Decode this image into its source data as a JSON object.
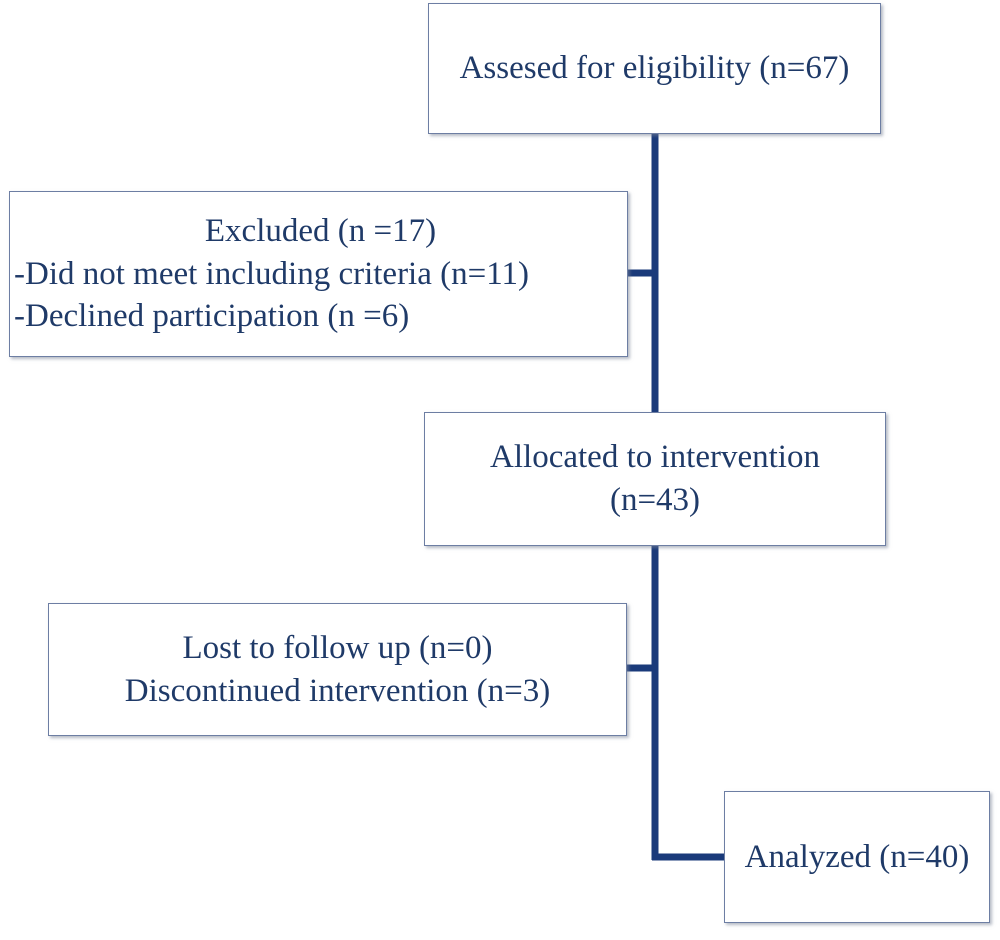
{
  "eligibility": {
    "text": "Assesed for eligibility (n=67)"
  },
  "excluded": {
    "title": "Excluded (n =17)",
    "items": [
      "Did not meet including criteria (n=11)",
      "Declined participation (n =6)"
    ]
  },
  "allocated": {
    "line1": "Allocated to intervention",
    "line2": "(n=43)"
  },
  "lost": {
    "line1": "Lost to follow up (n=0)",
    "line2": "Discontinued intervention (n=3)"
  },
  "analyzed": {
    "text": "Analyzed (n=40)"
  },
  "colors": {
    "connector": "#1a3a7a",
    "text": "#1f3a68",
    "box_border": "#6d7ea3"
  }
}
